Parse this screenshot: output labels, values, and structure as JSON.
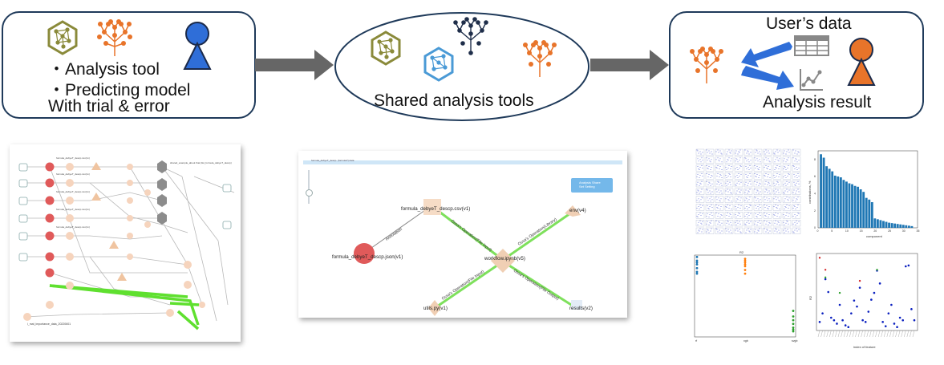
{
  "top": {
    "left_lines": [
      "・Analysis tool",
      "・Predicting model",
      "With trial & error"
    ],
    "middle_label": "Shared analysis tools",
    "right_title": "User’s  data",
    "right_result": "Analysis result"
  },
  "workflow": {
    "header": "formula_debyeT_descp. (formula?) data",
    "button": "Analysis Share\nSet Setting",
    "nodes": {
      "input_json": "formula_debyeT_descp.json(v1)",
      "descp_csv": "formula_debyeT_descp.csv(v1)",
      "workflow": "workflow.ipynb(v5)",
      "env": "env(v4)",
      "utils": "utils.py(v1)",
      "results": "results(v2)"
    },
    "edges": {
      "annotation": "Annotation",
      "op1": "Ossa's Operation(File Input)",
      "op2": "Ossa's Operation(Library)",
      "op3": "Ossa's Operation(File Input)",
      "op4": "Ossa's Operation(File Output)"
    }
  },
  "graph_left": {
    "bottom_label": "i_mat_importance_data_20220601"
  },
  "plots": {
    "grid_title": "R2",
    "bar_ylabel": "contributions, %",
    "bar_xlabel": "component",
    "scatter2_xlabel": "index of feature",
    "scatter2_ylabel": "R2",
    "scatter1_xticks": [
      "rf",
      "xgb",
      "svgb"
    ]
  },
  "chart_data": [
    {
      "type": "bar",
      "xlabel": "component",
      "ylabel": "contributions, %",
      "xlim": [
        0,
        35
      ],
      "ylim": [
        0,
        9
      ],
      "xticks": [
        "0",
        "5",
        "10",
        "15",
        "20",
        "25",
        "30",
        "35"
      ],
      "yticks": [
        "0",
        "2",
        "4",
        "6",
        "8"
      ],
      "values": [
        8.6,
        8.2,
        7.2,
        6.9,
        6.6,
        6.1,
        6.0,
        5.9,
        5.6,
        5.4,
        5.2,
        5.1,
        4.9,
        4.8,
        4.5,
        4.2,
        3.5,
        3.3,
        3.0,
        1.1,
        1.0,
        0.9,
        0.8,
        0.7,
        0.6,
        0.55,
        0.5,
        0.45,
        0.4,
        0.35,
        0.3,
        0.25,
        0.2
      ]
    },
    {
      "type": "scatter",
      "ylim": [
        0.38,
        0.82
      ],
      "categories": [
        "rf",
        "xgb",
        "svgb"
      ],
      "series": [
        {
          "color": "#1f77b4",
          "x": [
            0,
            0,
            0,
            0,
            0,
            0,
            0
          ],
          "y": [
            0.81,
            0.79,
            0.78,
            0.77,
            0.75,
            0.73,
            0.72
          ]
        },
        {
          "color": "#ff7f0e",
          "x": [
            1,
            1,
            1,
            1,
            1,
            1,
            1
          ],
          "y": [
            0.8,
            0.79,
            0.78,
            0.77,
            0.76,
            0.74,
            0.72
          ]
        },
        {
          "color": "#2ca02c",
          "x": [
            2,
            2,
            2,
            2,
            2,
            2,
            2
          ],
          "y": [
            0.52,
            0.49,
            0.47,
            0.45,
            0.43,
            0.42,
            0.41
          ]
        }
      ]
    },
    {
      "type": "scatter",
      "xlabel": "index of feature",
      "ylabel": "R2",
      "series": [
        {
          "color": "#0a1fbf",
          "y": [
            0.01,
            0.02,
            0.06,
            0.045,
            0.015,
            0.012,
            0.008,
            0.03,
            0.012,
            0.006,
            0.004,
            0.02,
            0.035,
            0.028,
            0.05,
            0.012,
            0.01,
            0.022,
            0.036,
            0.044,
            0.07,
            0.055,
            0.01,
            0.005,
            0.02,
            0.03,
            0.008,
            0.004,
            0.015,
            0.012,
            0.075,
            0.076,
            0.025,
            0.012
          ]
        },
        {
          "color": "#2ca02c",
          "y": [
            0.062,
            0.044,
            0.071
          ]
        },
        {
          "color": "#d62728",
          "y": [
            0.085,
            0.071,
            0.058
          ]
        }
      ]
    }
  ]
}
